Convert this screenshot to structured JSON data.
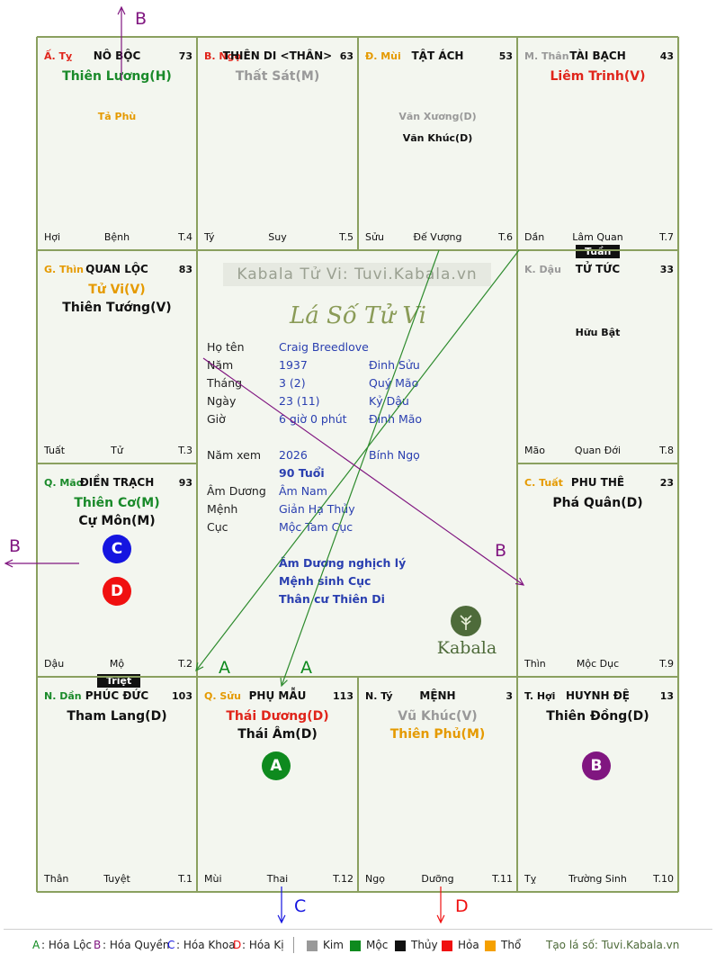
{
  "watermark": "Kabala Tử Vi: Tuvi.Kabala.vn",
  "center_title": "Lá Số Tử Vi",
  "logo_text": "Kabala",
  "palaces": [
    {
      "can_chi": "Ấ. Tỵ",
      "can_color": "#e0251b",
      "title": "NÔ BỘC",
      "num": "73",
      "main": [
        {
          "t": "Thiên Lương(H)",
          "c": "#1a8a2a"
        }
      ],
      "minor": [
        {
          "t": "Tả Phù",
          "c": "#e59a00"
        }
      ],
      "bottom": [
        "Hợi",
        "Bệnh",
        "T.4"
      ]
    },
    {
      "can_chi": "B. Ngọ",
      "can_color": "#e0251b",
      "title": "THIÊN DI <THÂN>",
      "num": "63",
      "main": [
        {
          "t": "Thất Sát(M)",
          "c": "#999999"
        }
      ],
      "minor": [],
      "bottom": [
        "Tý",
        "Suy",
        "T.5"
      ]
    },
    {
      "can_chi": "Đ. Mùi",
      "can_color": "#e59a00",
      "title": "TẬT ÁCH",
      "num": "53",
      "main": [],
      "minor": [
        {
          "t": "Văn Xương(D)",
          "c": "#999999"
        },
        {
          "t": "Văn Khúc(D)",
          "c": "#111111"
        }
      ],
      "bottom": [
        "Sửu",
        "Đế Vượng",
        "T.6"
      ]
    },
    {
      "can_chi": "M. Thân",
      "can_color": "#999999",
      "title": "TÀI BẠCH",
      "num": "43",
      "main": [
        {
          "t": "Liêm Trinh(V)",
          "c": "#e0251b"
        }
      ],
      "minor": [],
      "bottom": [
        "Dần",
        "Lâm Quan",
        "T.7"
      ]
    },
    {
      "can_chi": "G. Thìn",
      "can_color": "#e59a00",
      "title": "QUAN LỘC",
      "num": "83",
      "main": [
        {
          "t": "Tử Vi(V)",
          "c": "#e59a00"
        },
        {
          "t": "Thiên Tướng(V)",
          "c": "#111111"
        }
      ],
      "minor": [],
      "bottom": [
        "Tuất",
        "Tử",
        "T.3"
      ]
    },
    {
      "can_chi": "K. Dậu",
      "can_color": "#999999",
      "title": "TỬ TỨC",
      "num": "33",
      "main": [],
      "minor": [
        {
          "t": "Hữu Bật",
          "c": "#111111"
        }
      ],
      "bottom": [
        "Mão",
        "Quan Đới",
        "T.8"
      ]
    },
    {
      "can_chi": "Q. Mão",
      "can_color": "#1a8a2a",
      "title": "ĐIỀN TRẠCH",
      "num": "93",
      "main": [
        {
          "t": "Thiên Cơ(M)",
          "c": "#1a8a2a"
        },
        {
          "t": "Cự Môn(M)",
          "c": "#111111"
        }
      ],
      "minor": [],
      "bottom": [
        "Dậu",
        "Mộ",
        "T.2"
      ]
    },
    {
      "can_chi": "C. Tuất",
      "can_color": "#e59a00",
      "title": "PHU THÊ",
      "num": "23",
      "main": [
        {
          "t": "Phá Quân(D)",
          "c": "#111111"
        }
      ],
      "minor": [],
      "bottom": [
        "Thìn",
        "Mộc Dục",
        "T.9"
      ]
    },
    {
      "can_chi": "N. Dần",
      "can_color": "#1a8a2a",
      "title": "PHÚC ĐỨC",
      "num": "103",
      "main": [
        {
          "t": "Tham Lang(D)",
          "c": "#111111"
        }
      ],
      "minor": [],
      "bottom": [
        "Thân",
        "Tuyệt",
        "T.1"
      ]
    },
    {
      "can_chi": "Q. Sửu",
      "can_color": "#e59a00",
      "title": "PHỤ MẪU",
      "num": "113",
      "main": [
        {
          "t": "Thái Dương(D)",
          "c": "#e0251b"
        },
        {
          "t": "Thái Âm(D)",
          "c": "#111111"
        }
      ],
      "minor": [],
      "bottom": [
        "Mùi",
        "Thai",
        "T.12"
      ]
    },
    {
      "can_chi": "N. Tý",
      "can_color": "#111111",
      "title": "MỆNH",
      "num": "3",
      "main": [
        {
          "t": "Vũ Khúc(V)",
          "c": "#999999"
        },
        {
          "t": "Thiên Phủ(M)",
          "c": "#e59a00"
        }
      ],
      "minor": [],
      "bottom": [
        "Ngọ",
        "Dưỡng",
        "T.11"
      ]
    },
    {
      "can_chi": "T. Hợi",
      "can_color": "#111111",
      "title": "HUYNH ĐỆ",
      "num": "13",
      "main": [
        {
          "t": "Thiên Đồng(D)",
          "c": "#111111"
        }
      ],
      "minor": [],
      "bottom": [
        "Tỵ",
        "Trường Sinh",
        "T.10"
      ]
    }
  ],
  "badges": {
    "tuan": "Tuần",
    "triet": "Triệt"
  },
  "circles": [
    {
      "letter": "C",
      "color": "#1515e0"
    },
    {
      "letter": "D",
      "color": "#f01010"
    },
    {
      "letter": "A",
      "color": "#0e8a1e"
    },
    {
      "letter": "B",
      "color": "#801680"
    }
  ],
  "info": {
    "rows": [
      {
        "label": "Họ tên",
        "v1": "Craig Breedlove",
        "v2": ""
      },
      {
        "label": "Năm",
        "v1": "1937",
        "v2": "Đinh Sửu"
      },
      {
        "label": "Tháng",
        "v1": "3  (2)",
        "v2": "Quý Mão"
      },
      {
        "label": "Ngày",
        "v1": "23  (11)",
        "v2": "Kỷ Dậu"
      },
      {
        "label": "Giờ",
        "v1": "6 giờ 0 phút",
        "v2": "Đinh Mão"
      },
      {
        "label": "Năm xem",
        "v1": "2026",
        "v2": "Bính Ngọ"
      },
      {
        "label": "",
        "v1": "90 Tuổi",
        "v2": ""
      },
      {
        "label": "Âm Dương",
        "v1": "Âm Nam",
        "v2": ""
      },
      {
        "label": "Mệnh",
        "v1": "Giản Hạ Thủy",
        "v2": ""
      },
      {
        "label": "Cục",
        "v1": "Mộc Tam Cục",
        "v2": ""
      }
    ],
    "notes": [
      "Âm Dương nghịch lý",
      "Mệnh sinh Cục",
      "Thân cư Thiên Di"
    ]
  },
  "arrow_labels": {
    "B_top": "B",
    "B_left": "B",
    "B_mid": "B",
    "A1": "A",
    "A2": "A",
    "C_bottom": "C",
    "D_bottom": "D"
  },
  "legend": {
    "hoa": [
      {
        "k": "A",
        "t": ": Hóa Lộc",
        "c": "#0e8a1e"
      },
      {
        "k": "B",
        "t": ": Hóa Quyền",
        "c": "#801680"
      },
      {
        "k": "C",
        "t": ": Hóa Khoa",
        "c": "#1515e0"
      },
      {
        "k": "D",
        "t": ": Hóa Kị",
        "c": "#f01010"
      }
    ],
    "elements": [
      {
        "t": "Kim",
        "c": "#999999"
      },
      {
        "t": "Mộc",
        "c": "#0e8a1e"
      },
      {
        "t": "Thủy",
        "c": "#111111"
      },
      {
        "t": "Hỏa",
        "c": "#f01010"
      },
      {
        "t": "Thổ",
        "c": "#f5a000"
      }
    ],
    "site": "Tạo lá số: Tuvi.Kabala.vn"
  }
}
